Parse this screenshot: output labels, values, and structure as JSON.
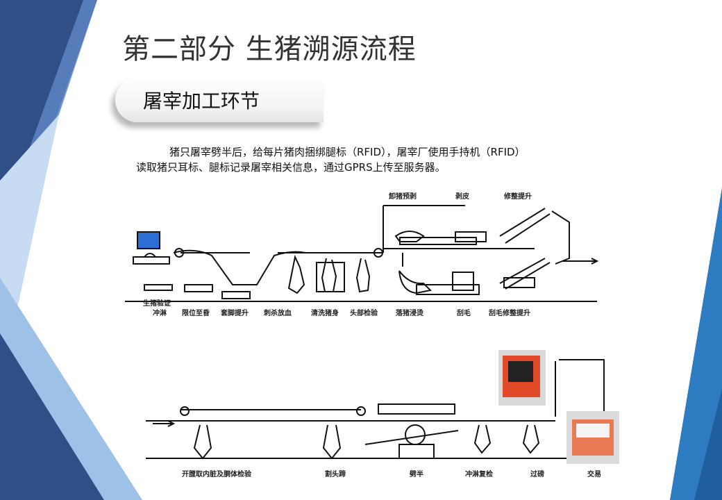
{
  "slide": {
    "title": "第二部分 生猪溯源流程",
    "section_title": "屠宰加工环节",
    "intro_line1": "猪只屠宰劈半后，给每片猪肉捆绑腿标（RFID），屠宰厂使用手持机（RFID）",
    "intro_line2": "读取猪只耳标、腿标记录屠宰相关信息，通过GPRS上传至服务器。"
  },
  "diagram": {
    "top_labels": {
      "unload": "卸猪预剥",
      "skin": "剥皮",
      "trim_lift": "修整提升"
    },
    "row1_left_label": "生猪验证",
    "row1_labels": [
      "冲淋",
      "限位至昏",
      "套脚提升",
      "刺杀放血",
      "清洗猪身",
      "头部检验",
      "落猪浸烫",
      "刮毛",
      "刮毛修整提升"
    ],
    "row2_labels": [
      "开膛取内脏及胴体检验",
      "割头蹄",
      "劈半",
      "冲淋复检",
      "过磅",
      "交易"
    ]
  },
  "colors": {
    "dark_blue": "#2f4f86",
    "mid_blue": "#5d84c2",
    "light_blue": "#a9c7ea",
    "bright_blue": "#2d7cc1"
  }
}
